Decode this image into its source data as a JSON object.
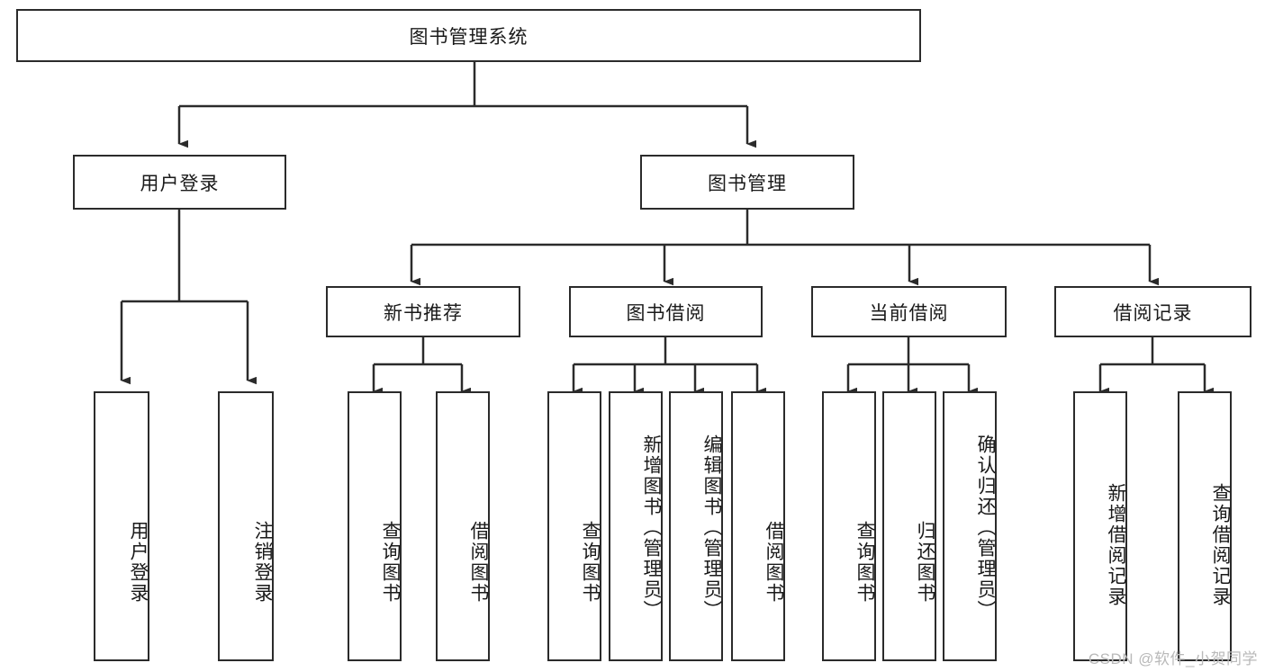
{
  "diagram": {
    "type": "tree-hierarchy",
    "title": "图书管理系统",
    "root": {
      "id": "root",
      "label": "图书管理系统"
    },
    "level2": [
      {
        "id": "user-login",
        "label": "用户登录"
      },
      {
        "id": "book-manage",
        "label": "图书管理"
      }
    ],
    "level3": [
      {
        "id": "new-book-recommend",
        "label": "新书推荐",
        "parent": "book-manage"
      },
      {
        "id": "book-borrow",
        "label": "图书借阅",
        "parent": "book-manage"
      },
      {
        "id": "current-borrow",
        "label": "当前借阅",
        "parent": "book-manage"
      },
      {
        "id": "borrow-record",
        "label": "借阅记录",
        "parent": "book-manage"
      }
    ],
    "leaves": {
      "user_login": [
        {
          "id": "leaf-user-login",
          "label": "用户登录"
        },
        {
          "id": "leaf-logout-login",
          "label": "注销登录"
        }
      ],
      "new_book_recommend": [
        {
          "id": "leaf-query-book-1",
          "label": "查询图书"
        },
        {
          "id": "leaf-borrow-book-1",
          "label": "借阅图书"
        }
      ],
      "book_borrow": [
        {
          "id": "leaf-query-book-2",
          "label": "查询图书"
        },
        {
          "id": "leaf-add-book",
          "label": "新增图书（管理员）"
        },
        {
          "id": "leaf-edit-book",
          "label": "编辑图书（管理员）"
        },
        {
          "id": "leaf-borrow-book-2",
          "label": "借阅图书"
        }
      ],
      "current_borrow": [
        {
          "id": "leaf-query-book-3",
          "label": "查询图书"
        },
        {
          "id": "leaf-return-book",
          "label": "归还图书"
        },
        {
          "id": "leaf-confirm-return",
          "label": "确认归还（管理员）"
        }
      ],
      "borrow_record": [
        {
          "id": "leaf-add-record",
          "label": "新增借阅记录"
        },
        {
          "id": "leaf-query-record",
          "label": "查询借阅记录"
        }
      ]
    },
    "colors": {
      "stroke": "#2b2b2b",
      "fill": "#ffffff",
      "text": "#1a1a1a",
      "watermark": "#b9b9b9"
    }
  },
  "watermark": {
    "text": "CSDN @软件_小贺同学"
  }
}
